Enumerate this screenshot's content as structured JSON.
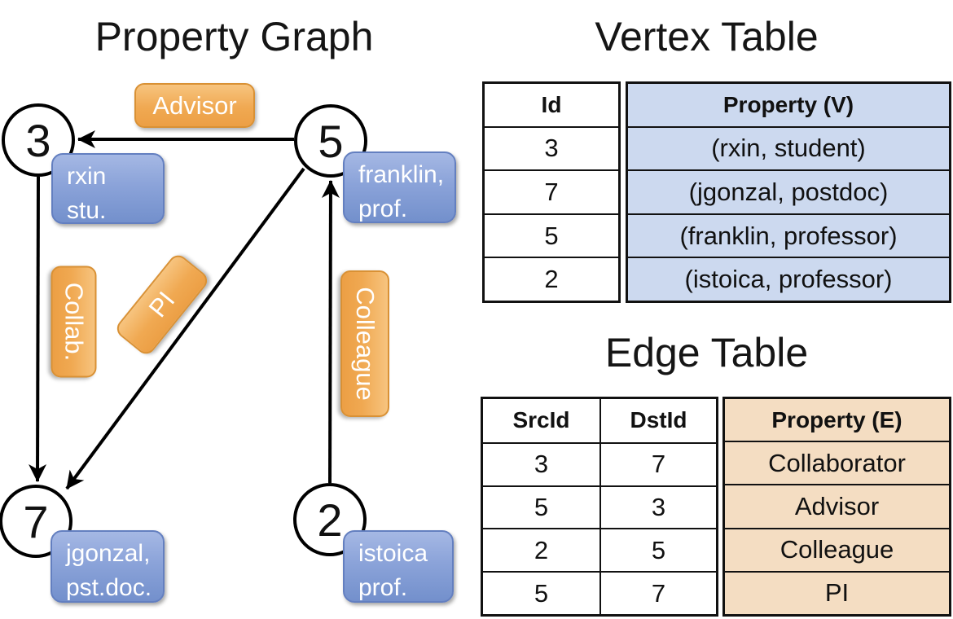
{
  "left_panel": {
    "title": "Property Graph"
  },
  "graph": {
    "vertices": [
      {
        "id": "3"
      },
      {
        "id": "5"
      },
      {
        "id": "7"
      },
      {
        "id": "2"
      }
    ],
    "vertex_props": [
      {
        "line1": "rxin",
        "line2": "stu."
      },
      {
        "line1": "franklin,",
        "line2": "prof."
      },
      {
        "line1": "jgonzal,",
        "line2": "pst.doc."
      },
      {
        "line1": "istoica",
        "line2": "prof."
      }
    ],
    "edge_labels": [
      {
        "text": "Advisor"
      },
      {
        "text": "Collab."
      },
      {
        "text": "PI"
      },
      {
        "text": "Colleague"
      }
    ]
  },
  "vertex_table": {
    "title": "Vertex Table",
    "headers": {
      "id": "Id",
      "property": "Property (V)"
    },
    "rows": [
      {
        "id": "3",
        "property": "(rxin, student)"
      },
      {
        "id": "7",
        "property": "(jgonzal, postdoc)"
      },
      {
        "id": "5",
        "property": "(franklin, professor)"
      },
      {
        "id": "2",
        "property": "(istoica, professor)"
      }
    ]
  },
  "edge_table": {
    "title": "Edge Table",
    "headers": {
      "src": "SrcId",
      "dst": "DstId",
      "property": "Property (E)"
    },
    "rows": [
      {
        "src": "3",
        "dst": "7",
        "property": "Collaborator"
      },
      {
        "src": "5",
        "dst": "3",
        "property": "Advisor"
      },
      {
        "src": "2",
        "dst": "5",
        "property": "Colleague"
      },
      {
        "src": "5",
        "dst": "7",
        "property": "PI"
      }
    ]
  },
  "colors": {
    "vertex_property_fill": "#ccd9ef",
    "edge_property_fill": "#f4ddc2",
    "vertex_box_blue": "#8ba3d9",
    "edge_label_orange": "#f0a952",
    "line_black": "#000000"
  }
}
